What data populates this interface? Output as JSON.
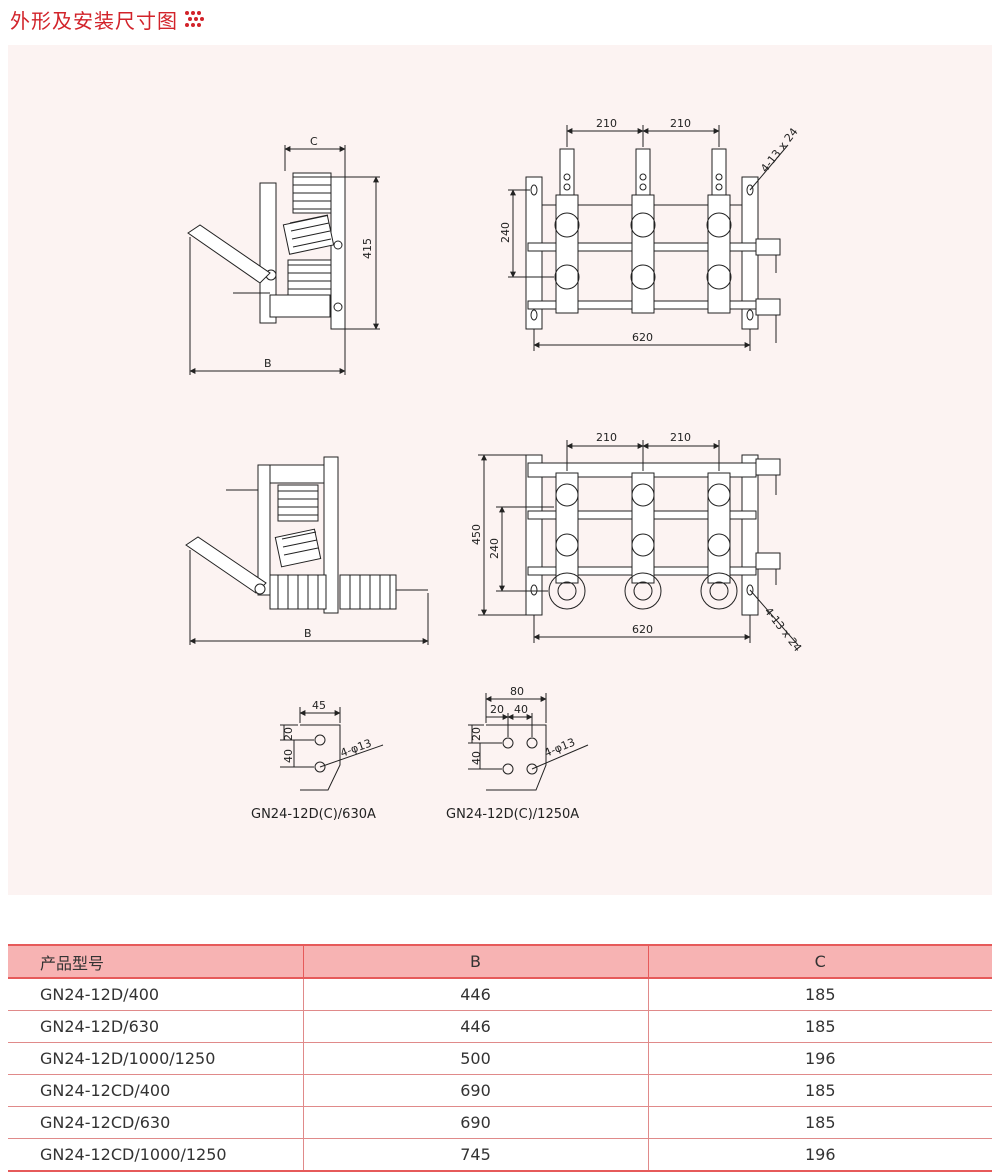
{
  "title": "外形及安装尺寸图",
  "colors": {
    "accent": "#d2232a",
    "panel_bg": "#fcf3f2",
    "table_header_bg": "#f7b3b3",
    "table_line": "#e65a5a"
  },
  "drawings": {
    "top_side": {
      "dim_c": "C",
      "dim_415": "415",
      "dim_b": "B"
    },
    "top_front": {
      "dim_210_a": "210",
      "dim_210_b": "210",
      "dim_240": "240",
      "dim_620": "620",
      "dim_holes": "4-13 x 24"
    },
    "bottom_side": {
      "dim_b": "B"
    },
    "bottom_front": {
      "dim_210_a": "210",
      "dim_210_b": "210",
      "dim_450": "450",
      "dim_240": "240",
      "dim_620": "620",
      "dim_holes": "4-13 x 24"
    },
    "terminal_630": {
      "dim_45": "45",
      "dim_20": "20",
      "dim_40": "40",
      "holes": "4-φ13",
      "caption": "GN24-12D(C)/630A"
    },
    "terminal_1250": {
      "dim_80": "80",
      "dim_20": "20",
      "dim_40h": "40",
      "dim_20v": "20",
      "dim_40v": "40",
      "holes": "4-φ13",
      "caption": "GN24-12D(C)/1250A"
    }
  },
  "table": {
    "headers": {
      "model": "产品型号",
      "b": "B",
      "c": "C"
    },
    "rows": [
      {
        "model": "GN24-12D/400",
        "b": "446",
        "c": "185"
      },
      {
        "model": "GN24-12D/630",
        "b": "446",
        "c": "185"
      },
      {
        "model": "GN24-12D/1000/1250",
        "b": "500",
        "c": "196"
      },
      {
        "model": "GN24-12CD/400",
        "b": "690",
        "c": "185"
      },
      {
        "model": "GN24-12CD/630",
        "b": "690",
        "c": "185"
      },
      {
        "model": "GN24-12CD/1000/1250",
        "b": "745",
        "c": "196"
      }
    ]
  }
}
